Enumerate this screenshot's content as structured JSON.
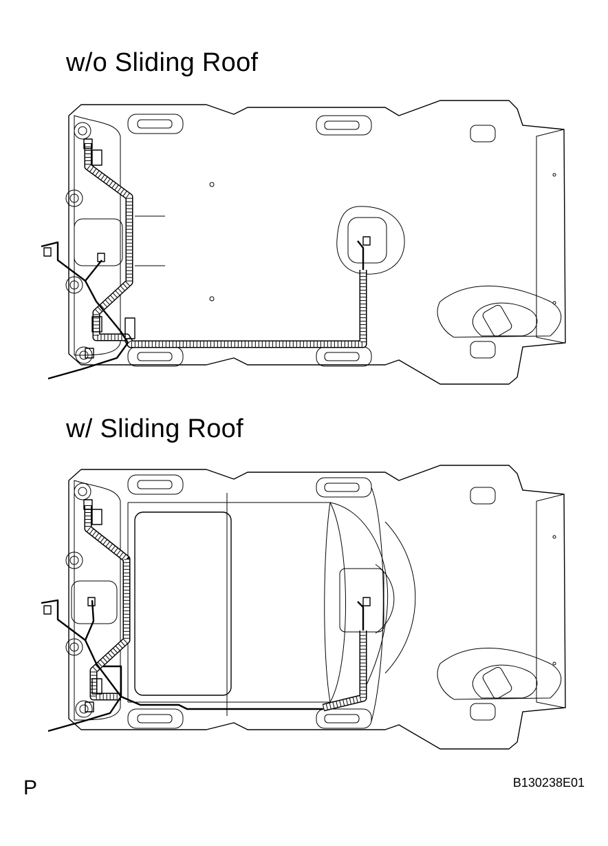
{
  "titles": {
    "without_sliding_roof": "w/o Sliding Roof",
    "with_sliding_roof": "w/ Sliding Roof"
  },
  "footer": {
    "left_label": "P",
    "figure_code": "B130238E01"
  }
}
